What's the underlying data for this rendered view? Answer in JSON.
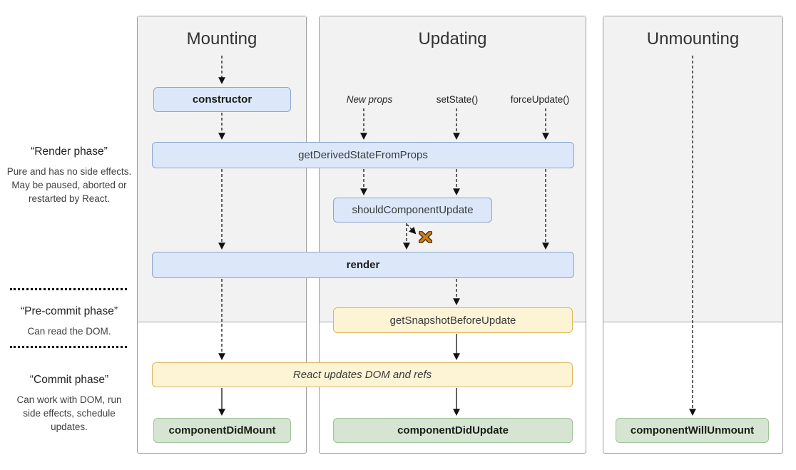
{
  "phases": {
    "render": {
      "title": "“Render phase”",
      "description": "Pure and has no side effects. May be paused, aborted or restarted by React."
    },
    "precommit": {
      "title": "“Pre-commit phase”",
      "description": "Can read the DOM."
    },
    "commit": {
      "title": "“Commit phase”",
      "description": "Can work with DOM, run side effects, schedule updates."
    }
  },
  "columns": {
    "mounting": {
      "title": "Mounting"
    },
    "updating": {
      "title": "Updating",
      "triggers": [
        "New props",
        "setState()",
        "forceUpdate()"
      ]
    },
    "unmounting": {
      "title": "Unmounting"
    }
  },
  "boxes": {
    "constructor": {
      "label": "constructor"
    },
    "get_derived_state_from_props": {
      "label": "getDerivedStateFromProps"
    },
    "should_component_update": {
      "label": "shouldComponentUpdate"
    },
    "render": {
      "label": "render"
    },
    "get_snapshot_before_update": {
      "label": "getSnapshotBeforeUpdate"
    },
    "react_updates_dom": {
      "label": "React updates DOM and refs"
    },
    "component_did_mount": {
      "label": "componentDidMount"
    },
    "component_did_update": {
      "label": "componentDidUpdate"
    },
    "component_will_unmount": {
      "label": "componentWillUnmount"
    }
  },
  "colors": {
    "lifecycle_method_fill": "#dce8fa",
    "lifecycle_method_border": "#8ba6cd",
    "side_effect_fill": "#fdf3d5",
    "side_effect_border": "#d9b75c",
    "commit_method_fill": "#d6e5d1",
    "commit_method_border": "#a0c29a",
    "render_phase_bg": "#f2f2f2",
    "column_border": "#9b9b9b",
    "arrow": "#111111",
    "stop_x": "#c8801f"
  }
}
